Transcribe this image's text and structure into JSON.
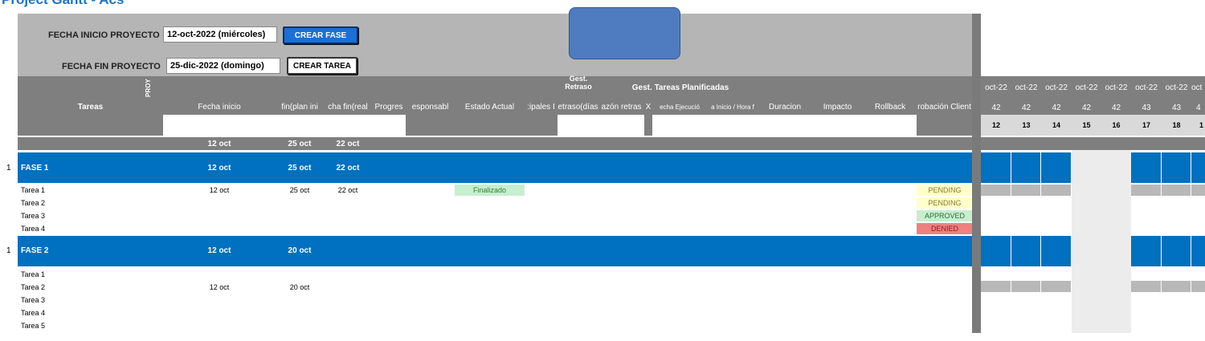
{
  "title": "Project Gantt - Acs",
  "header": {
    "start_label": "FECHA INICIO PROYECTO",
    "start_value": "12-oct-2022 (miércoles)",
    "end_label": "FECHA FIN PROYECTO",
    "end_value": "25-dic-2022 (domingo)",
    "btn_fase": "CREAR FASE",
    "btn_tarea": "CREAR TAREA"
  },
  "band": {
    "proy": "PROY",
    "gest_retraso": "Gest. Retraso",
    "gest_tareas": "Gest. Tareas Planificadas"
  },
  "columns": [
    "Tareas",
    "Fecha inicio",
    "fin(plan ini",
    "cha fin(real",
    "Progres",
    "esponsabl",
    "Estado Actual",
    ":ipales I",
    "etraso(días",
    "azón retras",
    "X",
    "echa Ejecució",
    "a Inicio / Hora f",
    "Duracion",
    "Impacto",
    "Rollback",
    "robación Client"
  ],
  "summary": {
    "inicio": "12 oct",
    "fin_plan": "25 oct",
    "fin_real": "22 oct"
  },
  "gantt": {
    "months": [
      "oct-22",
      "oct-22",
      "oct-22",
      "oct-22",
      "oct-22",
      "oct-22",
      "oct-22",
      "oct"
    ],
    "weeks": [
      "42",
      "42",
      "42",
      "42",
      "42",
      "43",
      "43",
      "4"
    ],
    "days": [
      "12",
      "13",
      "14",
      "15",
      "16",
      "17",
      "18",
      "1"
    ]
  },
  "fases": [
    {
      "num": "1",
      "name": "FASE 1",
      "inicio": "12 oct",
      "fin_plan": "25 oct",
      "fin_real": "22 oct",
      "tareas": [
        {
          "name": "Tarea 1",
          "inicio": "12 oct",
          "fin_plan": "25 oct",
          "fin_real": "22 oct",
          "estado": "Finalizado",
          "aprob": "PENDING"
        },
        {
          "name": "Tarea 2",
          "aprob": "PENDING"
        },
        {
          "name": "Tarea 3",
          "aprob": "APPROVED"
        },
        {
          "name": "Tarea 4",
          "aprob": "DENIED"
        }
      ]
    },
    {
      "num": "1",
      "name": "FASE 2",
      "inicio": "12 oct",
      "fin_plan": "20 oct",
      "tareas": [
        {
          "name": "Tarea 1"
        },
        {
          "name": "Tarea 2",
          "inicio": "12 oct",
          "fin_plan": "20 oct"
        },
        {
          "name": "Tarea 3"
        },
        {
          "name": "Tarea 4"
        },
        {
          "name": "Tarea 5"
        }
      ]
    }
  ],
  "colors": {
    "accent": "#0070c0",
    "pending": "#ffffcc",
    "approved": "#c6efce",
    "denied": "#f08080",
    "finalizado": "#c6efce"
  }
}
